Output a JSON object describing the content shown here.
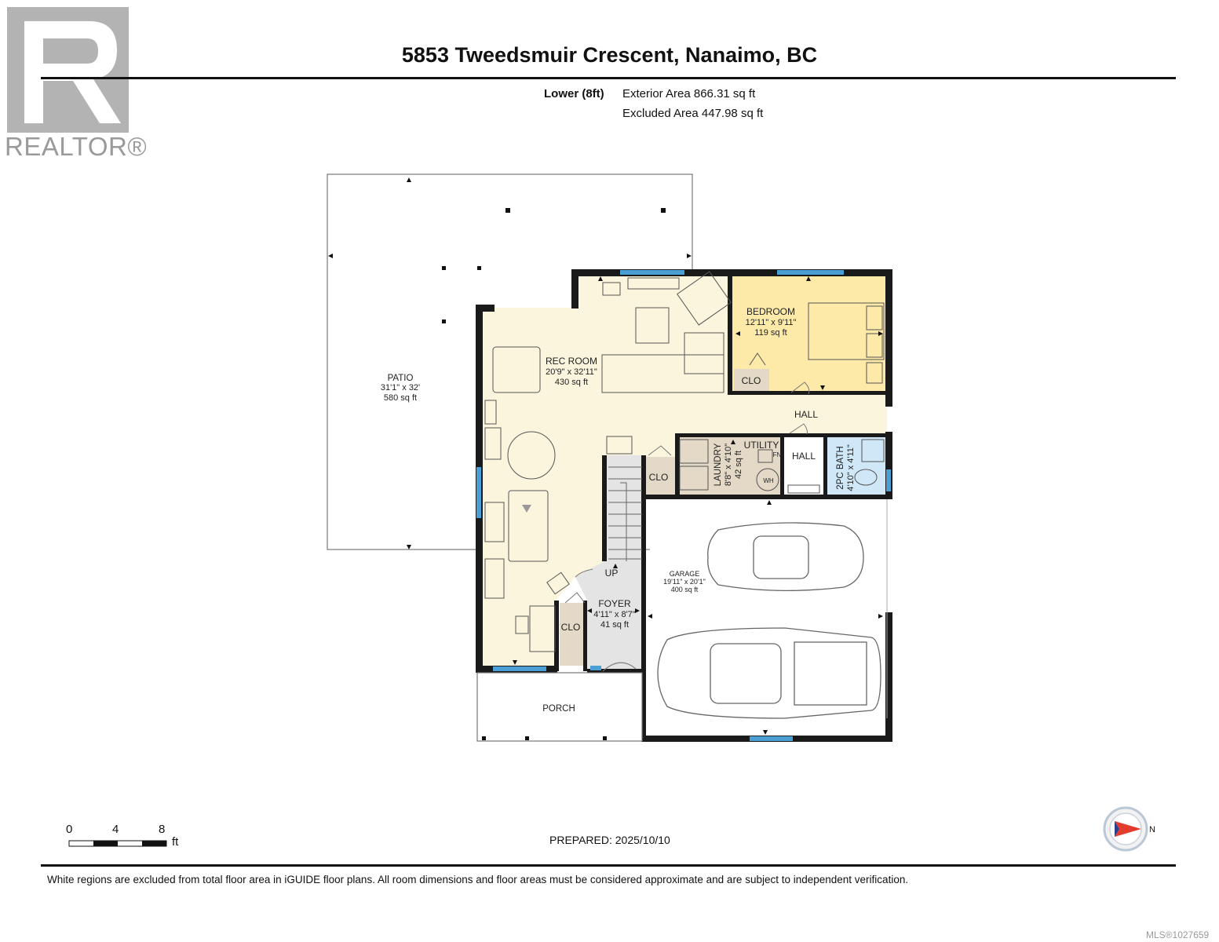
{
  "logo": {
    "text": "REALTOR®"
  },
  "title": "5853 Tweedsmuir Crescent, Nanaimo, BC",
  "floor": {
    "name": "Lower (8ft)",
    "exterior_area": "Exterior Area 866.31 sq ft",
    "excluded_area": "Excluded Area 447.98 sq ft"
  },
  "rooms": {
    "patio": {
      "name": "PATIO",
      "dims": "31'1\" x 32'",
      "area": "580 sq ft"
    },
    "rec_room": {
      "name": "REC ROOM",
      "dims": "20'9\" x 32'11\"",
      "area": "430 sq ft"
    },
    "bedroom": {
      "name": "BEDROOM",
      "dims": "12'11\" x 9'11\"",
      "area": "119 sq ft"
    },
    "bedroom_closet": "CLO",
    "hall_upper": "HALL",
    "hall_lower": "HALL",
    "laundry": {
      "name": "LAUNDRY",
      "dims": "8'8\" x 4'10\"",
      "area": "42 sq ft"
    },
    "utility": {
      "name": "UTILITY",
      "fn": "FN",
      "wh": "WH"
    },
    "bath": {
      "name": "2PC BATH",
      "dims": "4'10\" x 4'11\""
    },
    "rec_closet": "CLO",
    "garage": {
      "name": "GARAGE",
      "dims": "19'11\" x 20'1\"",
      "area": "400 sq ft"
    },
    "stairs": "UP",
    "foyer": {
      "name": "FOYER",
      "dims": "4'11\" x 8'7\"",
      "area": "41 sq ft"
    },
    "foyer_closet": "CLO",
    "porch": "PORCH"
  },
  "scale": {
    "ticks": [
      "0",
      "4",
      "8"
    ],
    "unit": "ft"
  },
  "compass": {
    "label": "N"
  },
  "prepared": "PREPARED: 2025/10/10",
  "disclaimer": "White regions are excluded from total floor area in iGUIDE floor plans. All room dimensions and floor areas must be considered approximate and are subject to independent verification.",
  "mls": "MLS®1027659",
  "colors": {
    "living": "#fbf5dd",
    "bedroom": "#fde9a8",
    "closet": "#e3d9c6",
    "bath": "#cfe7f7",
    "foyer": "#e4e4e4",
    "window": "#4a9fd4",
    "wall": "#1a1a1a"
  }
}
